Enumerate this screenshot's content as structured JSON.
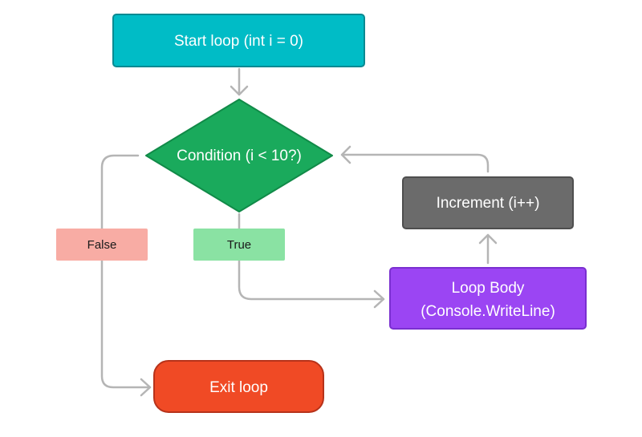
{
  "diagram": {
    "nodes": {
      "start": {
        "label": "Start loop (int i = 0)",
        "shape": "rectangle",
        "color": "#00BCC6"
      },
      "condition": {
        "label": "Condition (i < 10?)",
        "shape": "diamond",
        "color": "#1AAA5C"
      },
      "increment": {
        "label": "Increment (i++)",
        "shape": "rectangle",
        "color": "#6B6B6B"
      },
      "body": {
        "label_line1": "Loop Body",
        "label_line2": "(Console.WriteLine)",
        "shape": "rectangle",
        "color": "#9B45F3"
      },
      "exit": {
        "label": "Exit loop",
        "shape": "rounded-rectangle",
        "color": "#F04A25"
      }
    },
    "edges": {
      "false_label": "False",
      "false_color": "#F8ACA4",
      "true_label": "True",
      "true_color": "#8AE2A3",
      "connector_color": "#B5B5B5"
    }
  }
}
